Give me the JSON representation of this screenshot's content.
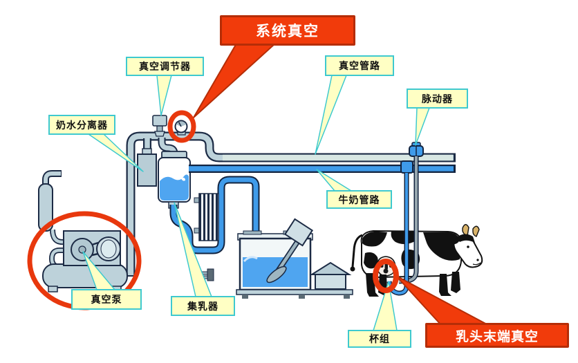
{
  "banners": {
    "system_vacuum": {
      "label": "系统真空"
    },
    "teat_end_vacuum": {
      "label": "乳头末端真空"
    }
  },
  "callouts": {
    "vacuum_regulator": {
      "label": "真空调节器"
    },
    "vacuum_pipeline": {
      "label": "真空管路"
    },
    "pulsator": {
      "label": "脉动器"
    },
    "milk_water_separator": {
      "label": "奶水分离器"
    },
    "milk_pipeline": {
      "label": "牛奶管路"
    },
    "vacuum_pump": {
      "label": "真空泵"
    },
    "milk_receiver": {
      "label": "集乳器"
    },
    "cluster": {
      "label": "杯组"
    }
  },
  "colors": {
    "banner_red": "#f13b0b",
    "banner_border": "#b52d07",
    "annotation_ring_red": "#e8380d",
    "callout_fill": "#ffffc4",
    "callout_border": "#3ec9cf",
    "pipe_gray": "#bdd2da",
    "pipe_pale": "#d8e7e3",
    "milk_blue": "#3f9bea",
    "liquid_blue": "#4fa5f0",
    "outline_navy": "#1c2b45",
    "horn_tan": "#d9b36a"
  }
}
